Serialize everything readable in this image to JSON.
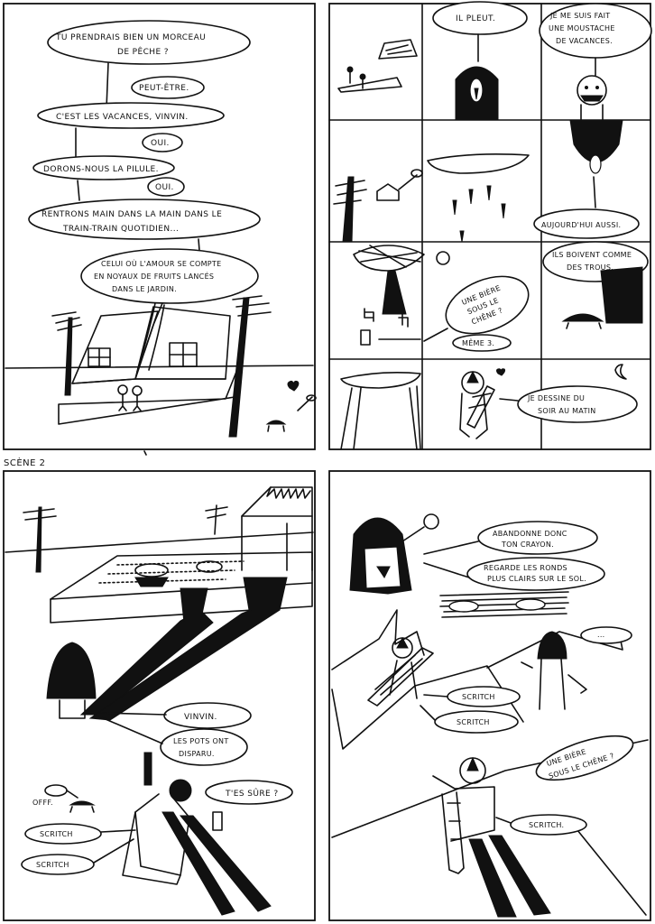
{
  "page1": {
    "b1_l1": "TU PRENDRAIS BIEN UN MORCEAU",
    "b1_l2": "DE PÊCHE ?",
    "b2": "PEUT-ÊTRE.",
    "b3": "C'EST LES VACANCES, VINVIN.",
    "b4": "OUI.",
    "b5": "DORONS-NOUS LA PILULE.",
    "b6": "OUI.",
    "b7_l1": "RENTRONS MAIN DANS LA MAIN DANS LE",
    "b7_l2": "TRAIN-TRAIN QUOTIDIEN...",
    "b8_l1": "CELUI OÙ L'AMOUR SE COMPTE",
    "b8_l2": "EN NOYAUX DE FRUITS LANCÉS",
    "b8_l3": "DANS LE JARDIN."
  },
  "page2": {
    "b1": "IL PLEUT.",
    "b2_l1": "JE ME SUIS FAIT",
    "b2_l2": "UNE MOUSTACHE",
    "b2_l3": "DE VACANCES.",
    "b3": "AUJOURD'HUI AUSSI.",
    "b4_l1": "ILS BOIVENT COMME",
    "b4_l2": "DES TROUS.",
    "b5_l1": "UNE BIÈRE",
    "b5_l2": "SOUS LE",
    "b5_l3": "CHÊNE ?",
    "b6": "MÊME 3.",
    "b7_l1": "JE DESSINE DU",
    "b7_l2": "SOIR AU MATIN"
  },
  "page3": {
    "scene_label": "SCÈNE 2",
    "b1": "VINVIN.",
    "b2_l1": "LES POTS ONT",
    "b2_l2": "DISPARU.",
    "b3": "T'ES SÛRE ?",
    "b4": "OFFF.",
    "b5": "SCRITCH",
    "b6": "SCRITCH"
  },
  "page4": {
    "b1_l1": "ABANDONNE DONC",
    "b1_l2": "TON CRAYON.",
    "b2_l1": "REGARDE LES RONDS",
    "b2_l2": "PLUS CLAIRS SUR LE SOL.",
    "b3": "...",
    "b4": "SCRITCH",
    "b5": "SCRITCH",
    "b6_l1": "UNE BIÈRE",
    "b6_l2": "SOUS LE CHÊNE ?",
    "b7": "SCRITCH."
  }
}
